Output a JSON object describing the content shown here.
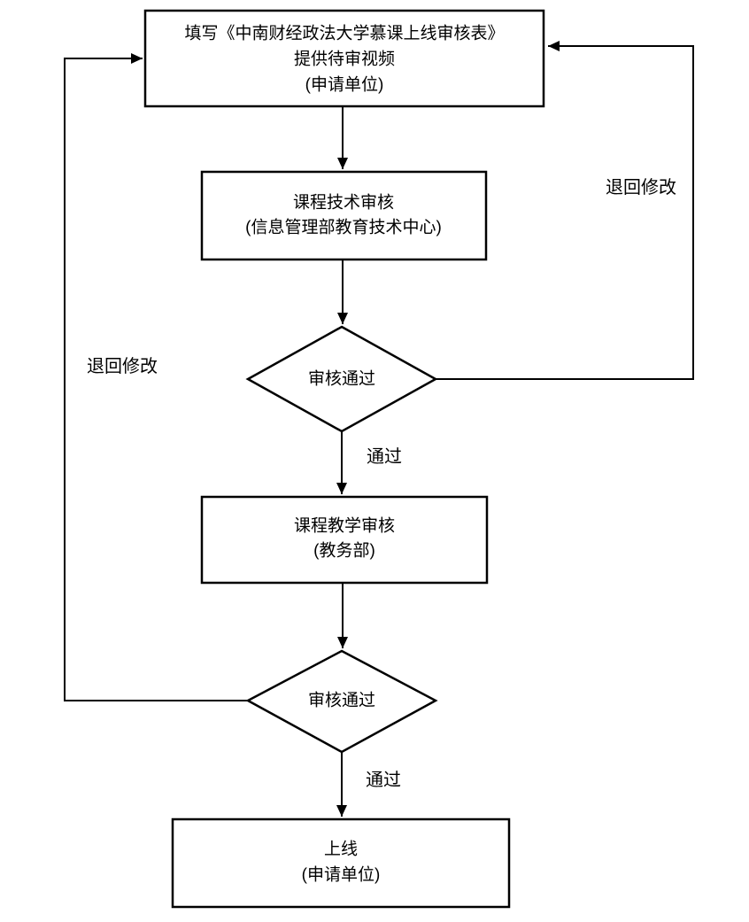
{
  "colors": {
    "stroke": "#000000",
    "text": "#000000",
    "background": "#ffffff"
  },
  "nodes": {
    "apply": {
      "lines": [
        "填写《中南财经政法大学慕课上线审核表》",
        "提供待审视频",
        "(申请单位)"
      ]
    },
    "tech_review": {
      "lines": [
        "课程技术审核",
        "(信息管理部教育技术中心)"
      ]
    },
    "tech_decision": {
      "label": "审核通过"
    },
    "teach_review": {
      "lines": [
        "课程教学审核",
        "(教务部)"
      ]
    },
    "teach_decision": {
      "label": "审核通过"
    },
    "online": {
      "lines": [
        "上线",
        "(申请单位)"
      ]
    }
  },
  "edge_labels": {
    "tech_pass": "通过",
    "teach_pass": "通过",
    "tech_return": "退回修改",
    "teach_return": "退回修改"
  }
}
